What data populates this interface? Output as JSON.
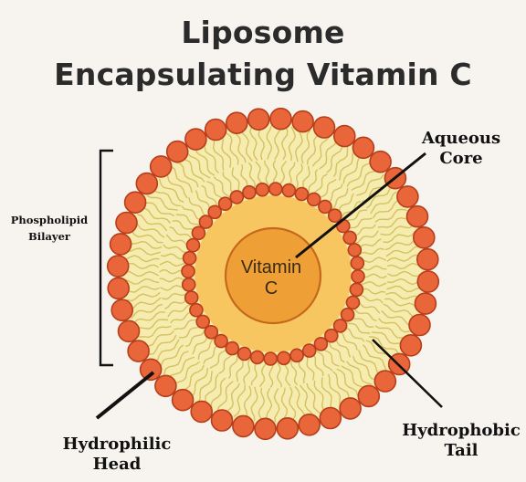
{
  "title": {
    "line1": "Liposome",
    "line2": "Encapsulating Vitamin C"
  },
  "labels": {
    "bilayer_line1": "Phospholipid",
    "bilayer_line2": "Bilayer",
    "core_line1": "Aqueous",
    "core_line2": "Core",
    "vitamin_line1": "Vitamin",
    "vitamin_line2": "C",
    "head_line1": "Hydrophilic",
    "head_line2": "Head",
    "tail_line1": "Hydrophobic",
    "tail_line2": "Tail"
  },
  "colors": {
    "background": "#f7f4ef",
    "head_fill": "#e8663a",
    "head_stroke": "#b63e1a",
    "bilayer_fill": "#f6ecb0",
    "tail_stroke": "#d6c060",
    "core_fill": "#f8c660",
    "vitamin_fill": "#eea036",
    "vitamin_stroke": "#c6681c",
    "pointer": "#111111"
  }
}
